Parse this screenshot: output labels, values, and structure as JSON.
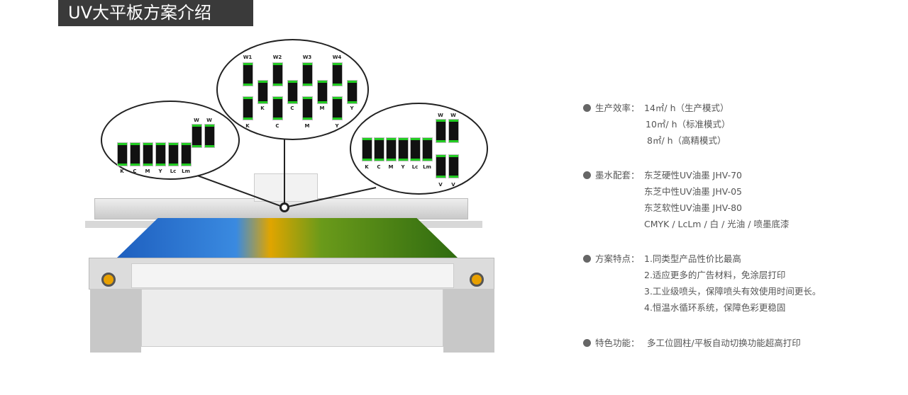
{
  "title": "UV大平板方案介绍",
  "circles": {
    "left": {
      "labels": [
        "K",
        "C",
        "M",
        "Y",
        "Lc",
        "Lm"
      ],
      "white": [
        "W",
        "W"
      ]
    },
    "top": {
      "top_labels": [
        "W1",
        "W2",
        "W3",
        "W4"
      ],
      "mid_labels": [
        "K",
        "C",
        "M",
        "Y"
      ],
      "bottom_labels": [
        "K",
        "C",
        "M",
        "Y"
      ]
    },
    "right": {
      "labels": [
        "K",
        "C",
        "M",
        "Y",
        "Lc",
        "Lm"
      ],
      "white": [
        "W",
        "W"
      ],
      "varnish": [
        "V",
        "V"
      ]
    }
  },
  "specs": [
    {
      "label": "生产效率：",
      "lines": [
        "14㎡/ h（生产模式）",
        "10㎡/ h（标准模式）",
        "8㎡/ h（高精模式）"
      ]
    },
    {
      "label": "墨水配套：",
      "lines": [
        "东芝硬性UV油墨   JHV-70",
        "东芝中性UV油墨   JHV-05",
        "东芝软性UV油墨   JHV-80",
        "CMYK / LcLm / 白 / 光油 / 喷墨底漆"
      ]
    },
    {
      "label": "方案特点：",
      "lines": [
        "1.同类型产品性价比最高",
        "2.适应更多的广告材料，免涂层打印",
        "3.工业级喷头，保障喷头有效使用时间更长。",
        "4.恒温水循环系统，保障色彩更稳固"
      ]
    },
    {
      "label": "特色功能：",
      "lines": [
        "多工位圆柱/平板自动切换功能超高打印"
      ]
    }
  ],
  "colors": {
    "title_bg": "#3a3a3a",
    "head_green": "#22cc22"
  }
}
